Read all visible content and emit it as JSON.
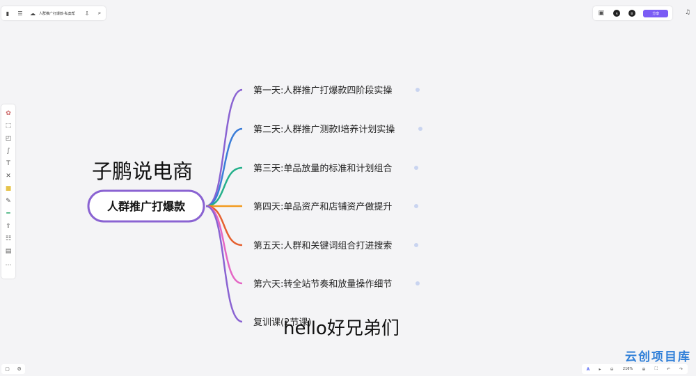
{
  "topbar": {
    "doc_title": "人群推广打爆款-私案帮"
  },
  "toolbar_right": {
    "avatars": [
      "A",
      "B"
    ],
    "share_label": "分享"
  },
  "canvas": {
    "big_title": "子鹏说电商",
    "root_label": "人群推广打爆款",
    "overlay_text": "hello好兄弟们",
    "watermark": "云创项目库",
    "branches": [
      {
        "label": "第一天:人群推广打爆款四阶段实操",
        "color": "#8a63d2"
      },
      {
        "label": "第二天:人群推广测款I培养计划实操",
        "color": "#3b7dd8"
      },
      {
        "label": "第三天:单品放量的标准和计划组合",
        "color": "#25b08b"
      },
      {
        "label": "第四天:单品资产和店铺资产做提升",
        "color": "#f29a1f"
      },
      {
        "label": "第五天:人群和关键词组合打进搜索",
        "color": "#e5602f"
      },
      {
        "label": "第六天:转全站节奏和放量操作细节",
        "color": "#e466c4"
      },
      {
        "label": "复训课(2节课)",
        "color": "#8a63d2"
      }
    ]
  },
  "status": {
    "zoom": "216%"
  },
  "colors": {
    "root_border": "#8a63d2",
    "accent": "#7b5cf5"
  }
}
